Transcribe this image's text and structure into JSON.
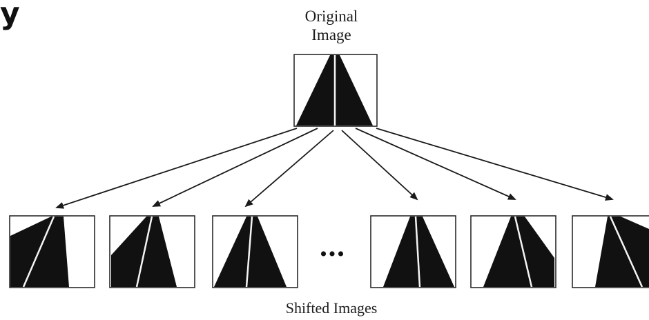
{
  "header_fragment": "y",
  "original": {
    "caption_line1": "Original",
    "caption_line2": "Image"
  },
  "shifted": {
    "caption": "Shifted Images",
    "ellipsis": "•••"
  },
  "colors": {
    "ink": "#111111",
    "frame": "#2a2a2a",
    "stripe": "#f4f4f4"
  },
  "shift_levels": [
    -0.45,
    -0.25,
    -0.1,
    0.15,
    0.35,
    0.6
  ]
}
